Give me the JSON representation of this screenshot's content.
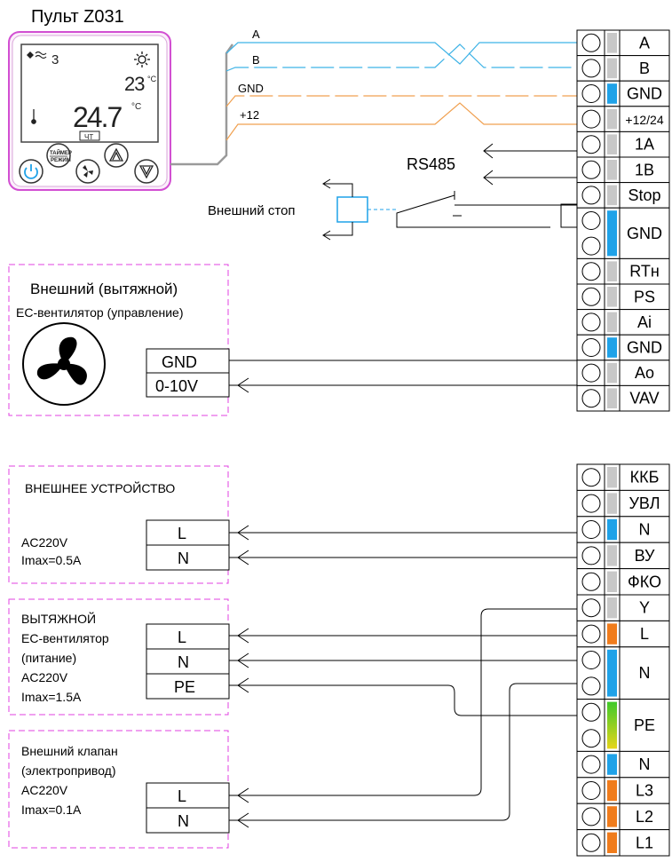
{
  "colors": {
    "line": "#000000",
    "wire_a": "#3fb3e6",
    "wire_b": "#3fb3e6",
    "wire_gnd": "#f0a050",
    "wire_12": "#f0a050",
    "dashed_box": "#e040e0",
    "blue": "#1fa2e8",
    "orange": "#f07c1c",
    "grey": "#c8c8c8",
    "pe_gradient": [
      "#3fc92b",
      "#e6d51a"
    ],
    "lcd_border": "#d24fd2"
  },
  "panel": {
    "title": "Пульт Z031",
    "room_temp": "23",
    "set_temp": "24.7",
    "unit": "°C",
    "day": "ЧТ",
    "timer_label_1": "ТАЙМЕР",
    "timer_label_2": "РЕЖИМ",
    "icons": [
      "fan-mode-icon",
      "sun-icon",
      "thermometer-icon",
      "power-icon",
      "timer-mode-icon",
      "fan-icon",
      "up-icon",
      "down-icon"
    ]
  },
  "bus": {
    "wire_labels": [
      "A",
      "B",
      "GND",
      "+12"
    ],
    "rs485": "RS485",
    "external_stop": "Внешний стоп"
  },
  "top_terminals": [
    {
      "label": "A",
      "marker": "grey"
    },
    {
      "label": "B",
      "marker": "grey"
    },
    {
      "label": "GND",
      "marker": "blue"
    },
    {
      "label": "+12/24",
      "marker": "grey"
    },
    {
      "label": "1A",
      "marker": "grey"
    },
    {
      "label": "1B",
      "marker": "grey"
    },
    {
      "label": "Stop",
      "marker": "grey"
    },
    {
      "label": "GND",
      "marker": "blue",
      "span": 2
    },
    {
      "label": "RTн",
      "marker": "grey"
    },
    {
      "label": "PS",
      "marker": "grey"
    },
    {
      "label": "Ai",
      "marker": "grey"
    },
    {
      "label": "GND",
      "marker": "blue"
    },
    {
      "label": "Ao",
      "marker": "grey"
    },
    {
      "label": "VAV",
      "marker": "grey"
    }
  ],
  "bottom_terminals": [
    {
      "label": "ККБ",
      "marker": "grey"
    },
    {
      "label": "УВЛ",
      "marker": "grey"
    },
    {
      "label": "N",
      "marker": "blue"
    },
    {
      "label": "ВУ",
      "marker": "grey"
    },
    {
      "label": "ФКО",
      "marker": "grey"
    },
    {
      "label": "Y",
      "marker": "grey"
    },
    {
      "label": "L",
      "marker": "orange"
    },
    {
      "label": "N",
      "marker": "blue",
      "span": 2
    },
    {
      "label": "PE",
      "marker": "pe",
      "span": 2
    },
    {
      "label": "N",
      "marker": "blue"
    },
    {
      "label": "L3",
      "marker": "orange"
    },
    {
      "label": "L2",
      "marker": "orange"
    },
    {
      "label": "L1",
      "marker": "orange"
    }
  ],
  "ec_fan_control": {
    "title_line1": "Внешний (вытяжной)",
    "title_line2": "EC-вентилятор (управление)",
    "terminals": [
      "GND",
      "0-10V"
    ]
  },
  "external_device": {
    "title": "ВНЕШНЕЕ УСТРОЙСТВО",
    "spec_line1": "AC220V",
    "spec_line2": "Imax=0.5A",
    "terminals": [
      "L",
      "N"
    ]
  },
  "exhaust_fan_power": {
    "lines": [
      "ВЫТЯЖНОЙ",
      "EC-вентилятор",
      "(питание)",
      "AC220V",
      "Imax=1.5A"
    ],
    "terminals": [
      "L",
      "N",
      "PE"
    ]
  },
  "external_valve": {
    "lines": [
      "Внешний клапан",
      "(электропривод)",
      "AC220V",
      "Imax=0.1A"
    ],
    "terminals": [
      "L",
      "N"
    ]
  }
}
